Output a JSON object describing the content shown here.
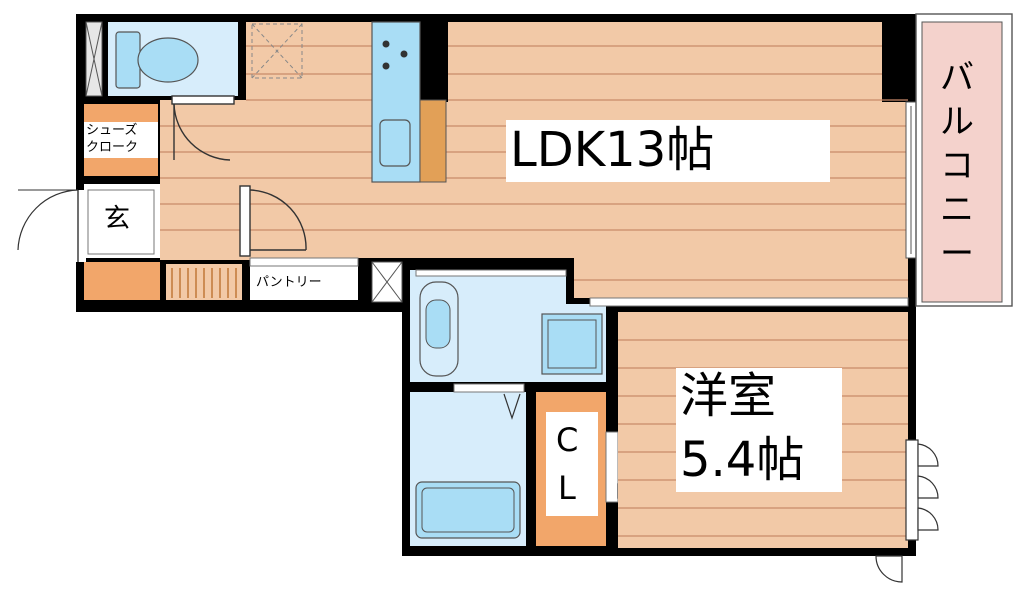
{
  "floorplan": {
    "rooms": {
      "ldk": "LDK13帖",
      "western_room_name": "洋室",
      "western_room_size": "5.4帖",
      "entrance": "玄",
      "shoe_closet_line1": "シューズ",
      "shoe_closet_line2": "クローク",
      "pantry": "パントリー",
      "closet_line1": "C",
      "closet_line2": "L",
      "balcony": [
        "バ",
        "ル",
        "コ",
        "ニ",
        "ー"
      ]
    },
    "colors": {
      "floor_wood": "#F2C9A7",
      "wet_area": "#D7EDFB",
      "fixture": "#A9DDF5",
      "closet": "#F2A66A",
      "kitchen_counter": "#E2A057",
      "balcony": "#F4D2CC",
      "wall": "#000000"
    }
  }
}
